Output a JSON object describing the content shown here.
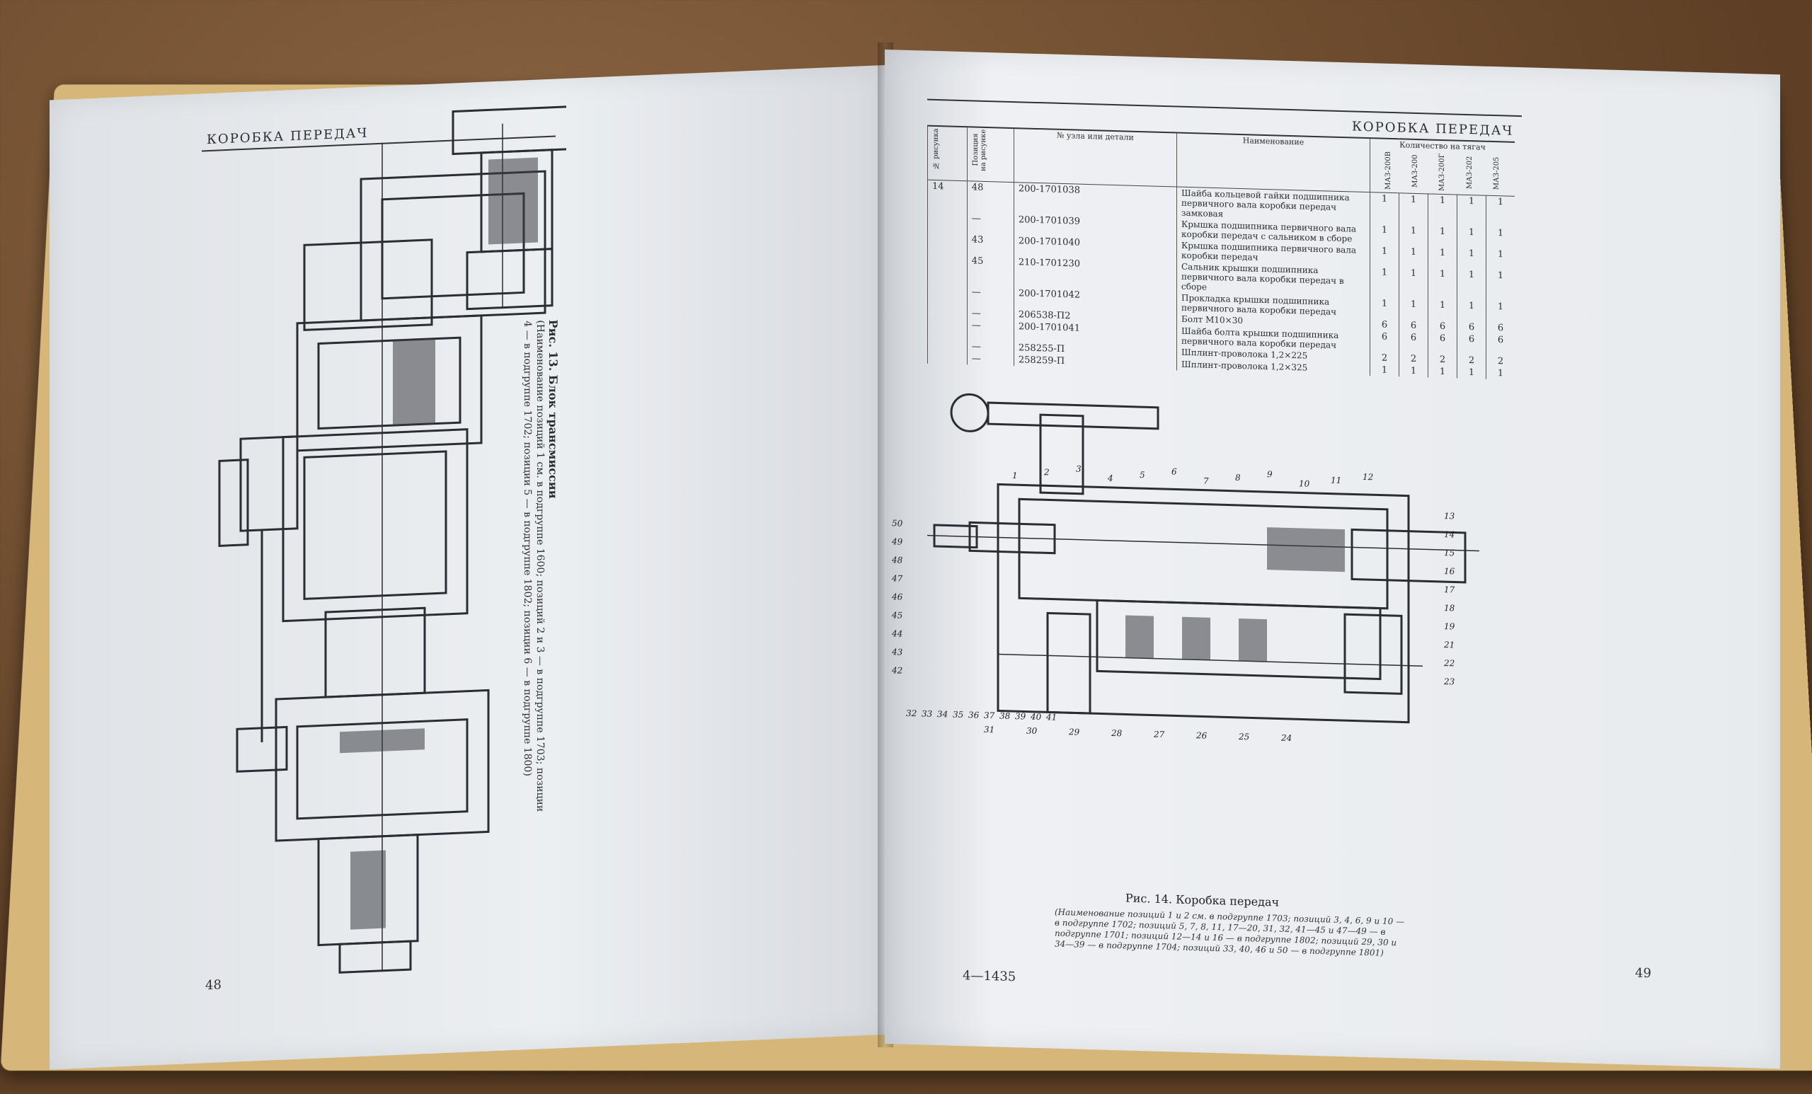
{
  "left_page": {
    "header": "КОРОБКА ПЕРЕДАЧ",
    "page_number": "48",
    "figure": {
      "title": "Рис. 13. Блок трансмиссии",
      "line1": "(Наименование позиций 1 см. в подгруппе 1600; позиций 2 и 3 — в подгруппе 1703; позиции",
      "line2": "4 — в подгруппе 1702; позиции 5 — в подгруппе 1802; позиции 6 — в подгруппе 1800)"
    }
  },
  "right_page": {
    "header": "КОРОБКА ПЕРЕДАЧ",
    "page_number": "49",
    "signature": "4—1435",
    "table": {
      "headers": {
        "fig": "№ рисунка",
        "pos": "Позиция на рисунке",
        "part": "№ узла или детали",
        "name": "Наименование",
        "qty_group": "Количество на тягач",
        "qty_cols": [
          "МАЗ-200В",
          "МАЗ-200",
          "МАЗ-200Г",
          "МАЗ-202",
          "МАЗ-205"
        ]
      },
      "rows": [
        {
          "fig": "14",
          "pos": "48",
          "part": "200-1701038",
          "name": "Шайба кольцевой гайки подшипника первичного вала коробки передач замковая",
          "qty": [
            "1",
            "1",
            "1",
            "1",
            "1"
          ]
        },
        {
          "fig": "",
          "pos": "—",
          "part": "200-1701039",
          "name": "Крышка подшипника первичного вала коробки передач с сальником в сборе",
          "qty": [
            "1",
            "1",
            "1",
            "1",
            "1"
          ]
        },
        {
          "fig": "",
          "pos": "43",
          "part": "200-1701040",
          "name": "Крышка подшипника первичного вала коробки передач",
          "qty": [
            "1",
            "1",
            "1",
            "1",
            "1"
          ]
        },
        {
          "fig": "",
          "pos": "45",
          "part": "210-1701230",
          "name": "Сальник крышки подшипника первичного вала коробки передач в сборе",
          "qty": [
            "1",
            "1",
            "1",
            "1",
            "1"
          ]
        },
        {
          "fig": "",
          "pos": "—",
          "part": "200-1701042",
          "name": "Прокладка крышки подшипника первичного вала коробки передач",
          "qty": [
            "1",
            "1",
            "1",
            "1",
            "1"
          ]
        },
        {
          "fig": "",
          "pos": "—",
          "part": "206538-П2",
          "name": "Болт М10×30",
          "qty": [
            "6",
            "6",
            "6",
            "6",
            "6"
          ]
        },
        {
          "fig": "",
          "pos": "—",
          "part": "200-1701041",
          "name": "Шайба болта крышки подшипника первичного вала коробки передач",
          "qty": [
            "6",
            "6",
            "6",
            "6",
            "6"
          ]
        },
        {
          "fig": "",
          "pos": "—",
          "part": "258255-П",
          "name": "Шплинт-проволока 1,2×225",
          "qty": [
            "2",
            "2",
            "2",
            "2",
            "2"
          ]
        },
        {
          "fig": "",
          "pos": "—",
          "part": "258259-П",
          "name": "Шплинт-проволока 1,2×325",
          "qty": [
            "1",
            "1",
            "1",
            "1",
            "1"
          ]
        }
      ]
    },
    "figure": {
      "title": "Рис. 14. Коробка передач",
      "note": "(Наименование позиций 1 и 2 см. в подгруппе 1703; позиций 3, 4, 6, 9 и 10 — в подгруппе 1702; позиций 5, 7, 8, 11, 17—20, 31, 32, 41—45 и 47—49 — в подгруппе 1701; позиций 12—14 и 16 — в подгруппе 1802; позиций 29, 30 и 34—39 — в подгруппе 1704; позиций 33, 40, 46 и 50 — в подгруппе 1801)"
    },
    "callouts": [
      "1",
      "2",
      "3",
      "4",
      "5",
      "6",
      "7",
      "8",
      "9",
      "10",
      "11",
      "12",
      "13",
      "14",
      "15",
      "16",
      "17",
      "18",
      "19",
      "21",
      "22",
      "23",
      "24",
      "25",
      "26",
      "27",
      "28",
      "29",
      "30",
      "31",
      "32",
      "33",
      "34",
      "35",
      "36",
      "37",
      "38",
      "39",
      "40",
      "41",
      "42",
      "43",
      "44",
      "45",
      "46",
      "47",
      "48",
      "49",
      "50"
    ]
  }
}
